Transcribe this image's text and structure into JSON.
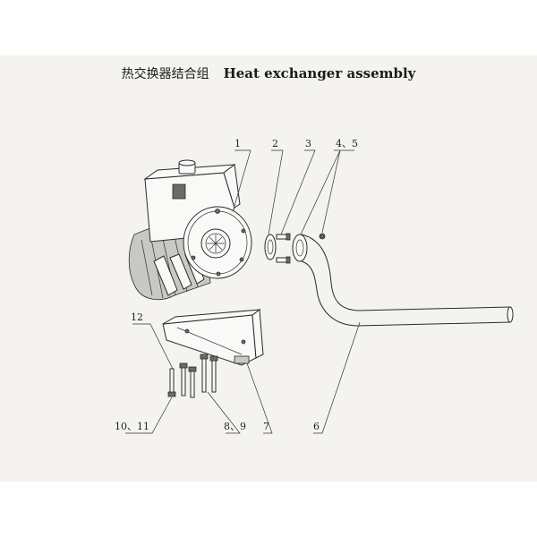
{
  "title": {
    "cn": "热交换器结合组",
    "en": "Heat exchanger assembly"
  },
  "callouts": {
    "c1": "1",
    "c2": "2",
    "c3": "3",
    "c45": "4、5",
    "c6": "6",
    "c7": "7",
    "c89": "8、9",
    "c1011": "10、11",
    "c12": "12"
  },
  "colors": {
    "paper": "#f4f3f0",
    "ink": "#2a2a2a"
  }
}
